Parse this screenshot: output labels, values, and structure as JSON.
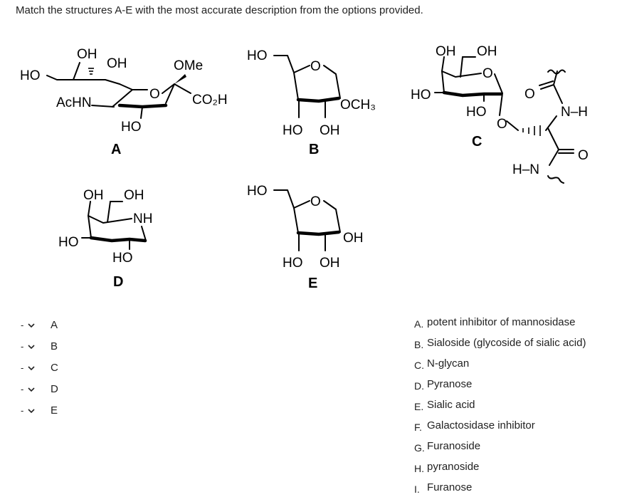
{
  "question": "Match the structures A-E with the most accurate description from the options provided.",
  "structures": {
    "A": {
      "caption": "A",
      "labels": {
        "oh1": "OH",
        "oh2": "OH",
        "ho": "HO",
        "achn": "AcHN",
        "ring_o": "O",
        "ome": "OMe",
        "co2h": "CO₂H",
        "ho_bottom": "HO"
      }
    },
    "B": {
      "caption": "B",
      "labels": {
        "ho_top": "HO",
        "ring_o": "O",
        "och3": "OCH₃",
        "ho_bottom": "HO",
        "oh_bottom": "OH"
      }
    },
    "C": {
      "caption": "C",
      "labels": {
        "oh1": "OH",
        "oh2": "OH",
        "ring_o": "O",
        "ho_left": "HO",
        "ho_mid": "HO",
        "link_o": "O",
        "carbonyl_o1": "O",
        "nh": "N–H",
        "carbonyl_o2": "O",
        "hn": "H–N"
      }
    },
    "D": {
      "caption": "D",
      "labels": {
        "oh1": "OH",
        "oh2": "OH",
        "nh": "NH",
        "ho_left": "HO",
        "ho_bottom": "HO"
      }
    },
    "E": {
      "caption": "E",
      "labels": {
        "ho_top": "HO",
        "ring_o": "O",
        "oh_right": "OH",
        "ho_bottom": "HO",
        "oh_bottom": "OH"
      }
    }
  },
  "selects": [
    {
      "value": "-",
      "letter": "A"
    },
    {
      "value": "-",
      "letter": "B"
    },
    {
      "value": "-",
      "letter": "C"
    },
    {
      "value": "-",
      "letter": "D"
    },
    {
      "value": "-",
      "letter": "E"
    }
  ],
  "options": [
    {
      "key": "A.",
      "text": "potent inhibitor of mannosidase"
    },
    {
      "key": "B.",
      "text": "Sialoside (glycoside of sialic acid)"
    },
    {
      "key": "C.",
      "text": "N-glycan"
    },
    {
      "key": "D.",
      "text": "Pyranose"
    },
    {
      "key": "E.",
      "text": "Sialic acid"
    },
    {
      "key": "F.",
      "text": "Galactosidase inhibitor"
    },
    {
      "key": "G.",
      "text": "Furanoside"
    },
    {
      "key": "H.",
      "text": "pyranoside"
    },
    {
      "key": "I.",
      "text": "Furanose"
    }
  ]
}
